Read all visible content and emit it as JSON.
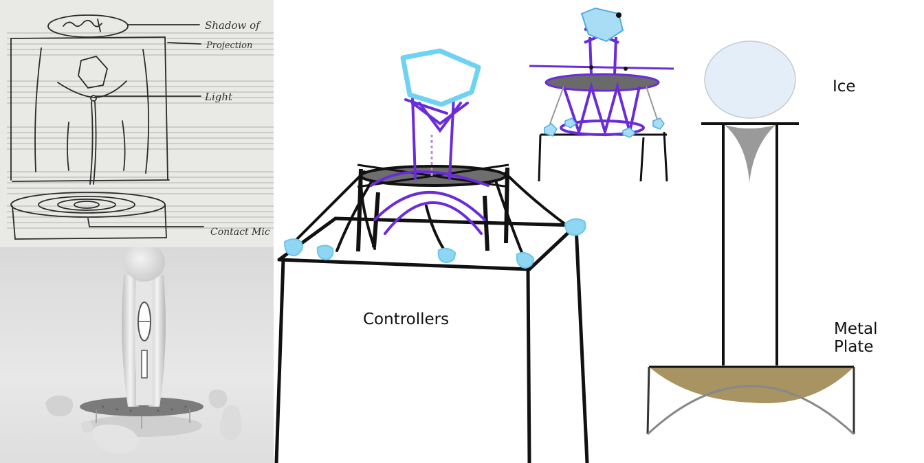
{
  "sketch": {
    "annotations": {
      "shadow": "Shadow of",
      "projection": "Projection",
      "light": "Light",
      "contact_mic": "Contact Mic"
    }
  },
  "labels": {
    "controllers": "Controllers",
    "ice": "Ice",
    "metal_plate": "Metal\nPlate"
  },
  "colors": {
    "paper": "#e9e9e6",
    "ink": "#2b2b2b",
    "ice_blue": "#7fd3f0",
    "purple": "#6a2cd8",
    "brass": "#a89462",
    "ice_fill": "#e3eef9"
  }
}
